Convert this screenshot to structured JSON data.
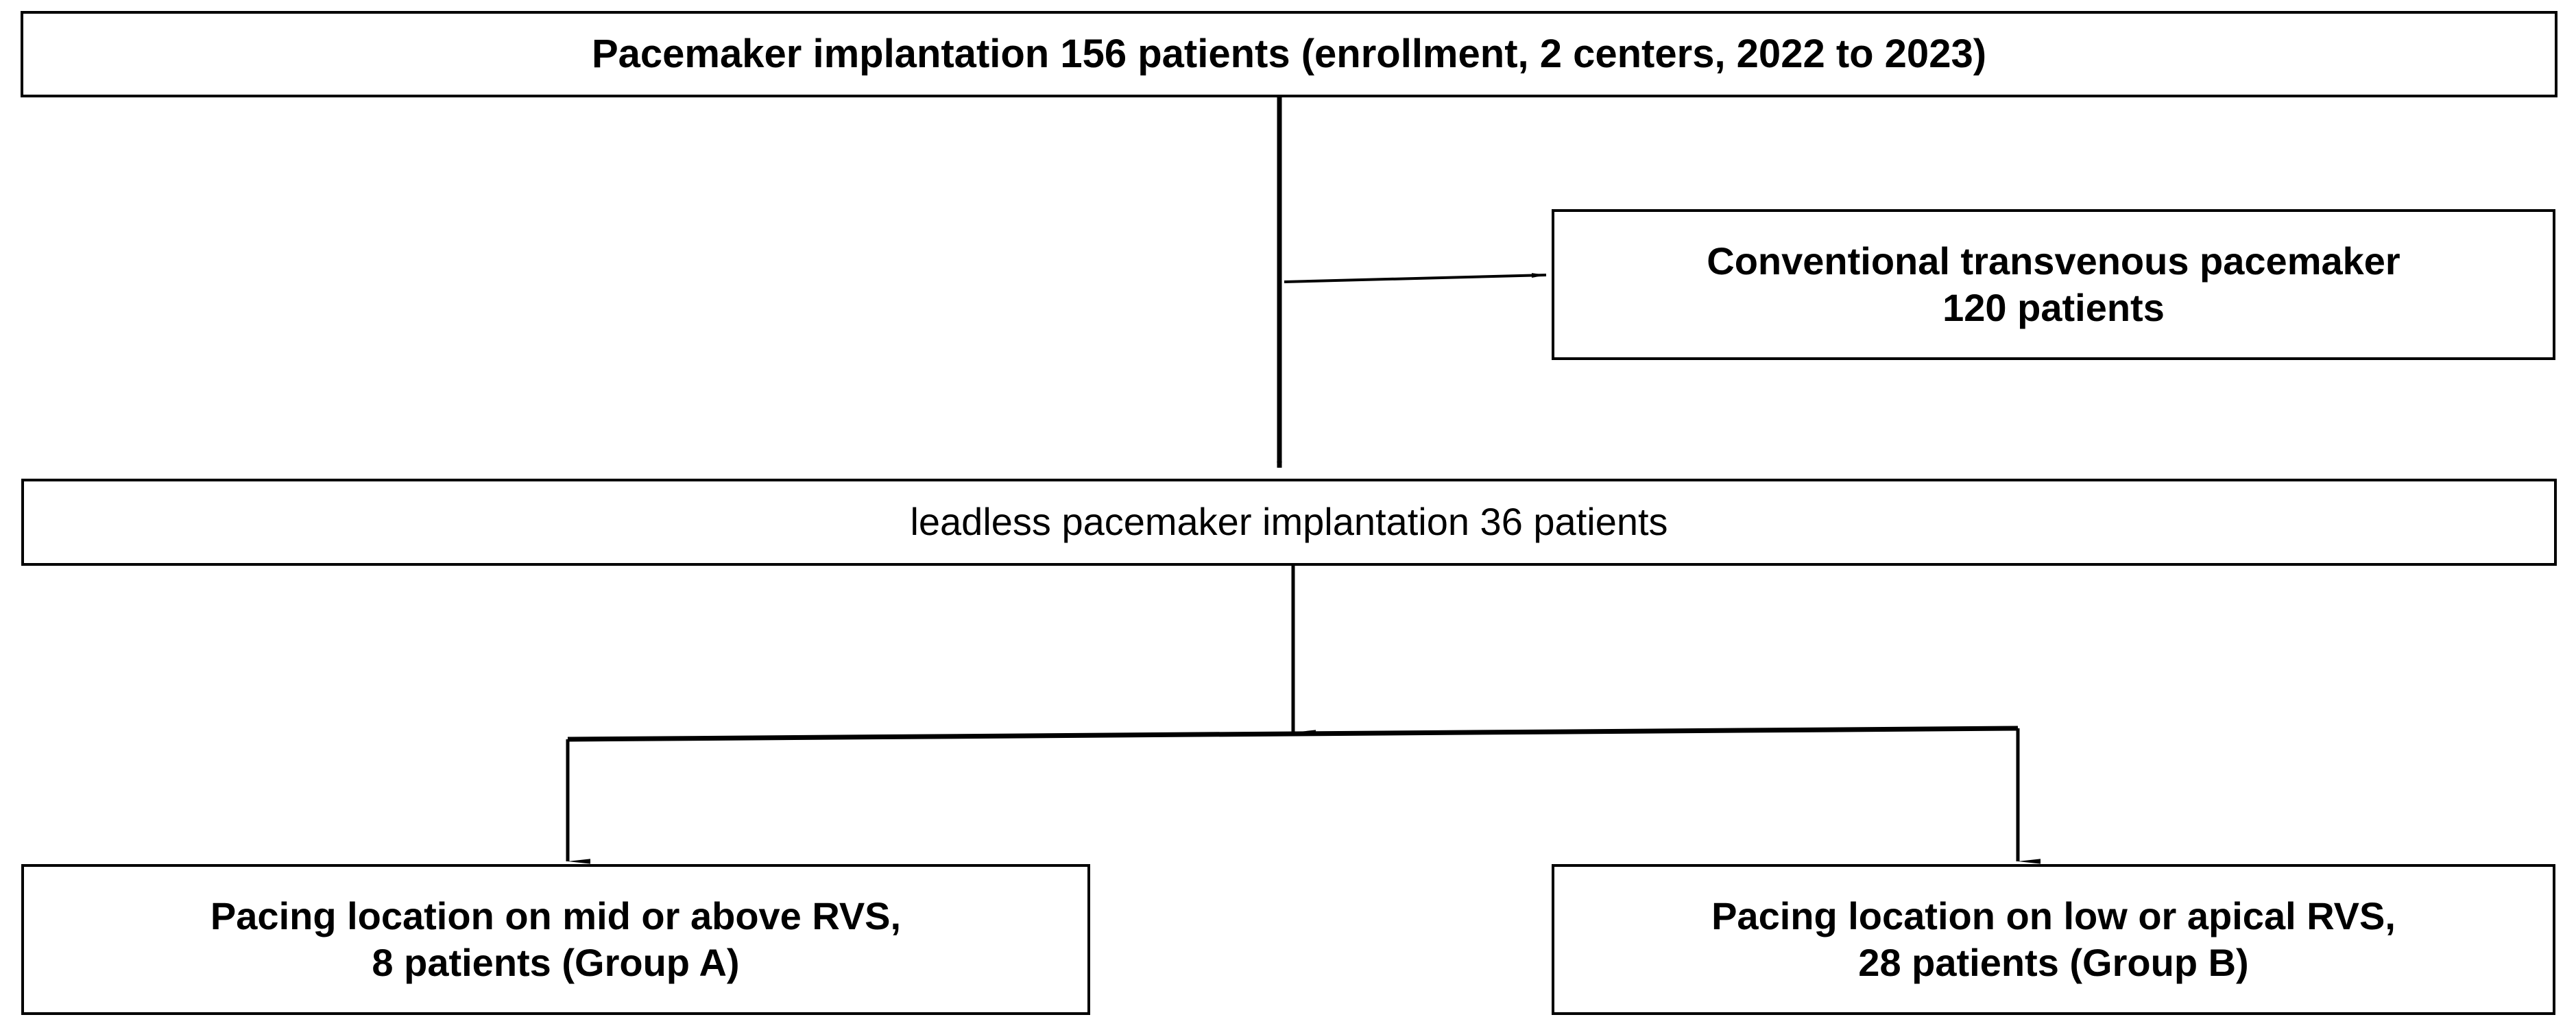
{
  "figure": {
    "type": "flowchart",
    "orientation": "top-down",
    "background_color": "#ffffff",
    "line_color": "#000000",
    "text_color": "#000000"
  },
  "nodes": {
    "enrollment": {
      "id": "enrollment",
      "label": "Pacemaker implantation 156 patients (enrollment, 2 centers, 2022 to 2023)",
      "count": 156,
      "weight": "bold"
    },
    "conventional": {
      "id": "conventional",
      "label": "Conventional transvenous pacemaker\n120 patients",
      "count": 120,
      "weight": "bold"
    },
    "leadless": {
      "id": "leadless",
      "label": "leadless pacemaker implantation 36 patients",
      "count": 36,
      "weight": "regular"
    },
    "group_a": {
      "id": "group_a",
      "label": "Pacing location on mid or above RVS,\n8 patients (Group A)",
      "count": 8,
      "group": "Group A",
      "weight": "bold"
    },
    "group_b": {
      "id": "group_b",
      "label": "Pacing location on low or apical RVS,\n28 patients (Group B)",
      "count": 28,
      "group": "Group B",
      "weight": "bold"
    }
  },
  "edges": [
    {
      "id": "enrollment-to-conventional",
      "from": "enrollment",
      "to": "conventional",
      "kind": "branch-right",
      "arrow": true
    },
    {
      "id": "enrollment-to-leadless",
      "from": "enrollment",
      "to": "leadless",
      "kind": "straight-down",
      "arrow": true
    },
    {
      "id": "leadless-to-split",
      "from": "leadless",
      "to": "split-bar",
      "kind": "straight-down",
      "arrow": true
    },
    {
      "id": "split-to-group-a",
      "from": "split-bar",
      "to": "group_a",
      "kind": "elbow-down-left",
      "arrow": true
    },
    {
      "id": "split-to-group-b",
      "from": "split-bar",
      "to": "group_b",
      "kind": "elbow-down-right",
      "arrow": true
    }
  ]
}
